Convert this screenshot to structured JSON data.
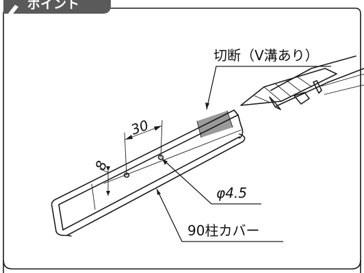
{
  "header": {
    "tab_label": "ポイント",
    "tab_color": "#5a5a5a",
    "tab_icon": "pencil-icon"
  },
  "callouts": {
    "cut": "切断（V溝あり）",
    "hole_diameter": "φ4.5",
    "part_name": "90柱カバー"
  },
  "dimensions": {
    "spacing": "30",
    "offset": "8"
  },
  "colors": {
    "frame": "#1a1a1a",
    "cut_zone": "#9a9a9a"
  }
}
